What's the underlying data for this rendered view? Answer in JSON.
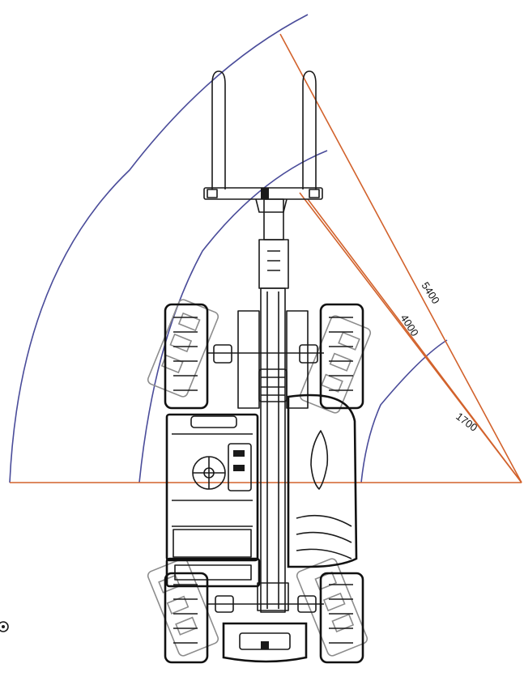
{
  "colors": {
    "arc": "#4a4c9a",
    "ray": "#d2622c",
    "ink": "#1a1a1a",
    "ghost": "#8c8c8c"
  },
  "dimensions": [
    {
      "label": "5400",
      "radius": 5400
    },
    {
      "label": "4000",
      "radius": 4000
    },
    {
      "label": "1700",
      "radius": 1700
    }
  ]
}
